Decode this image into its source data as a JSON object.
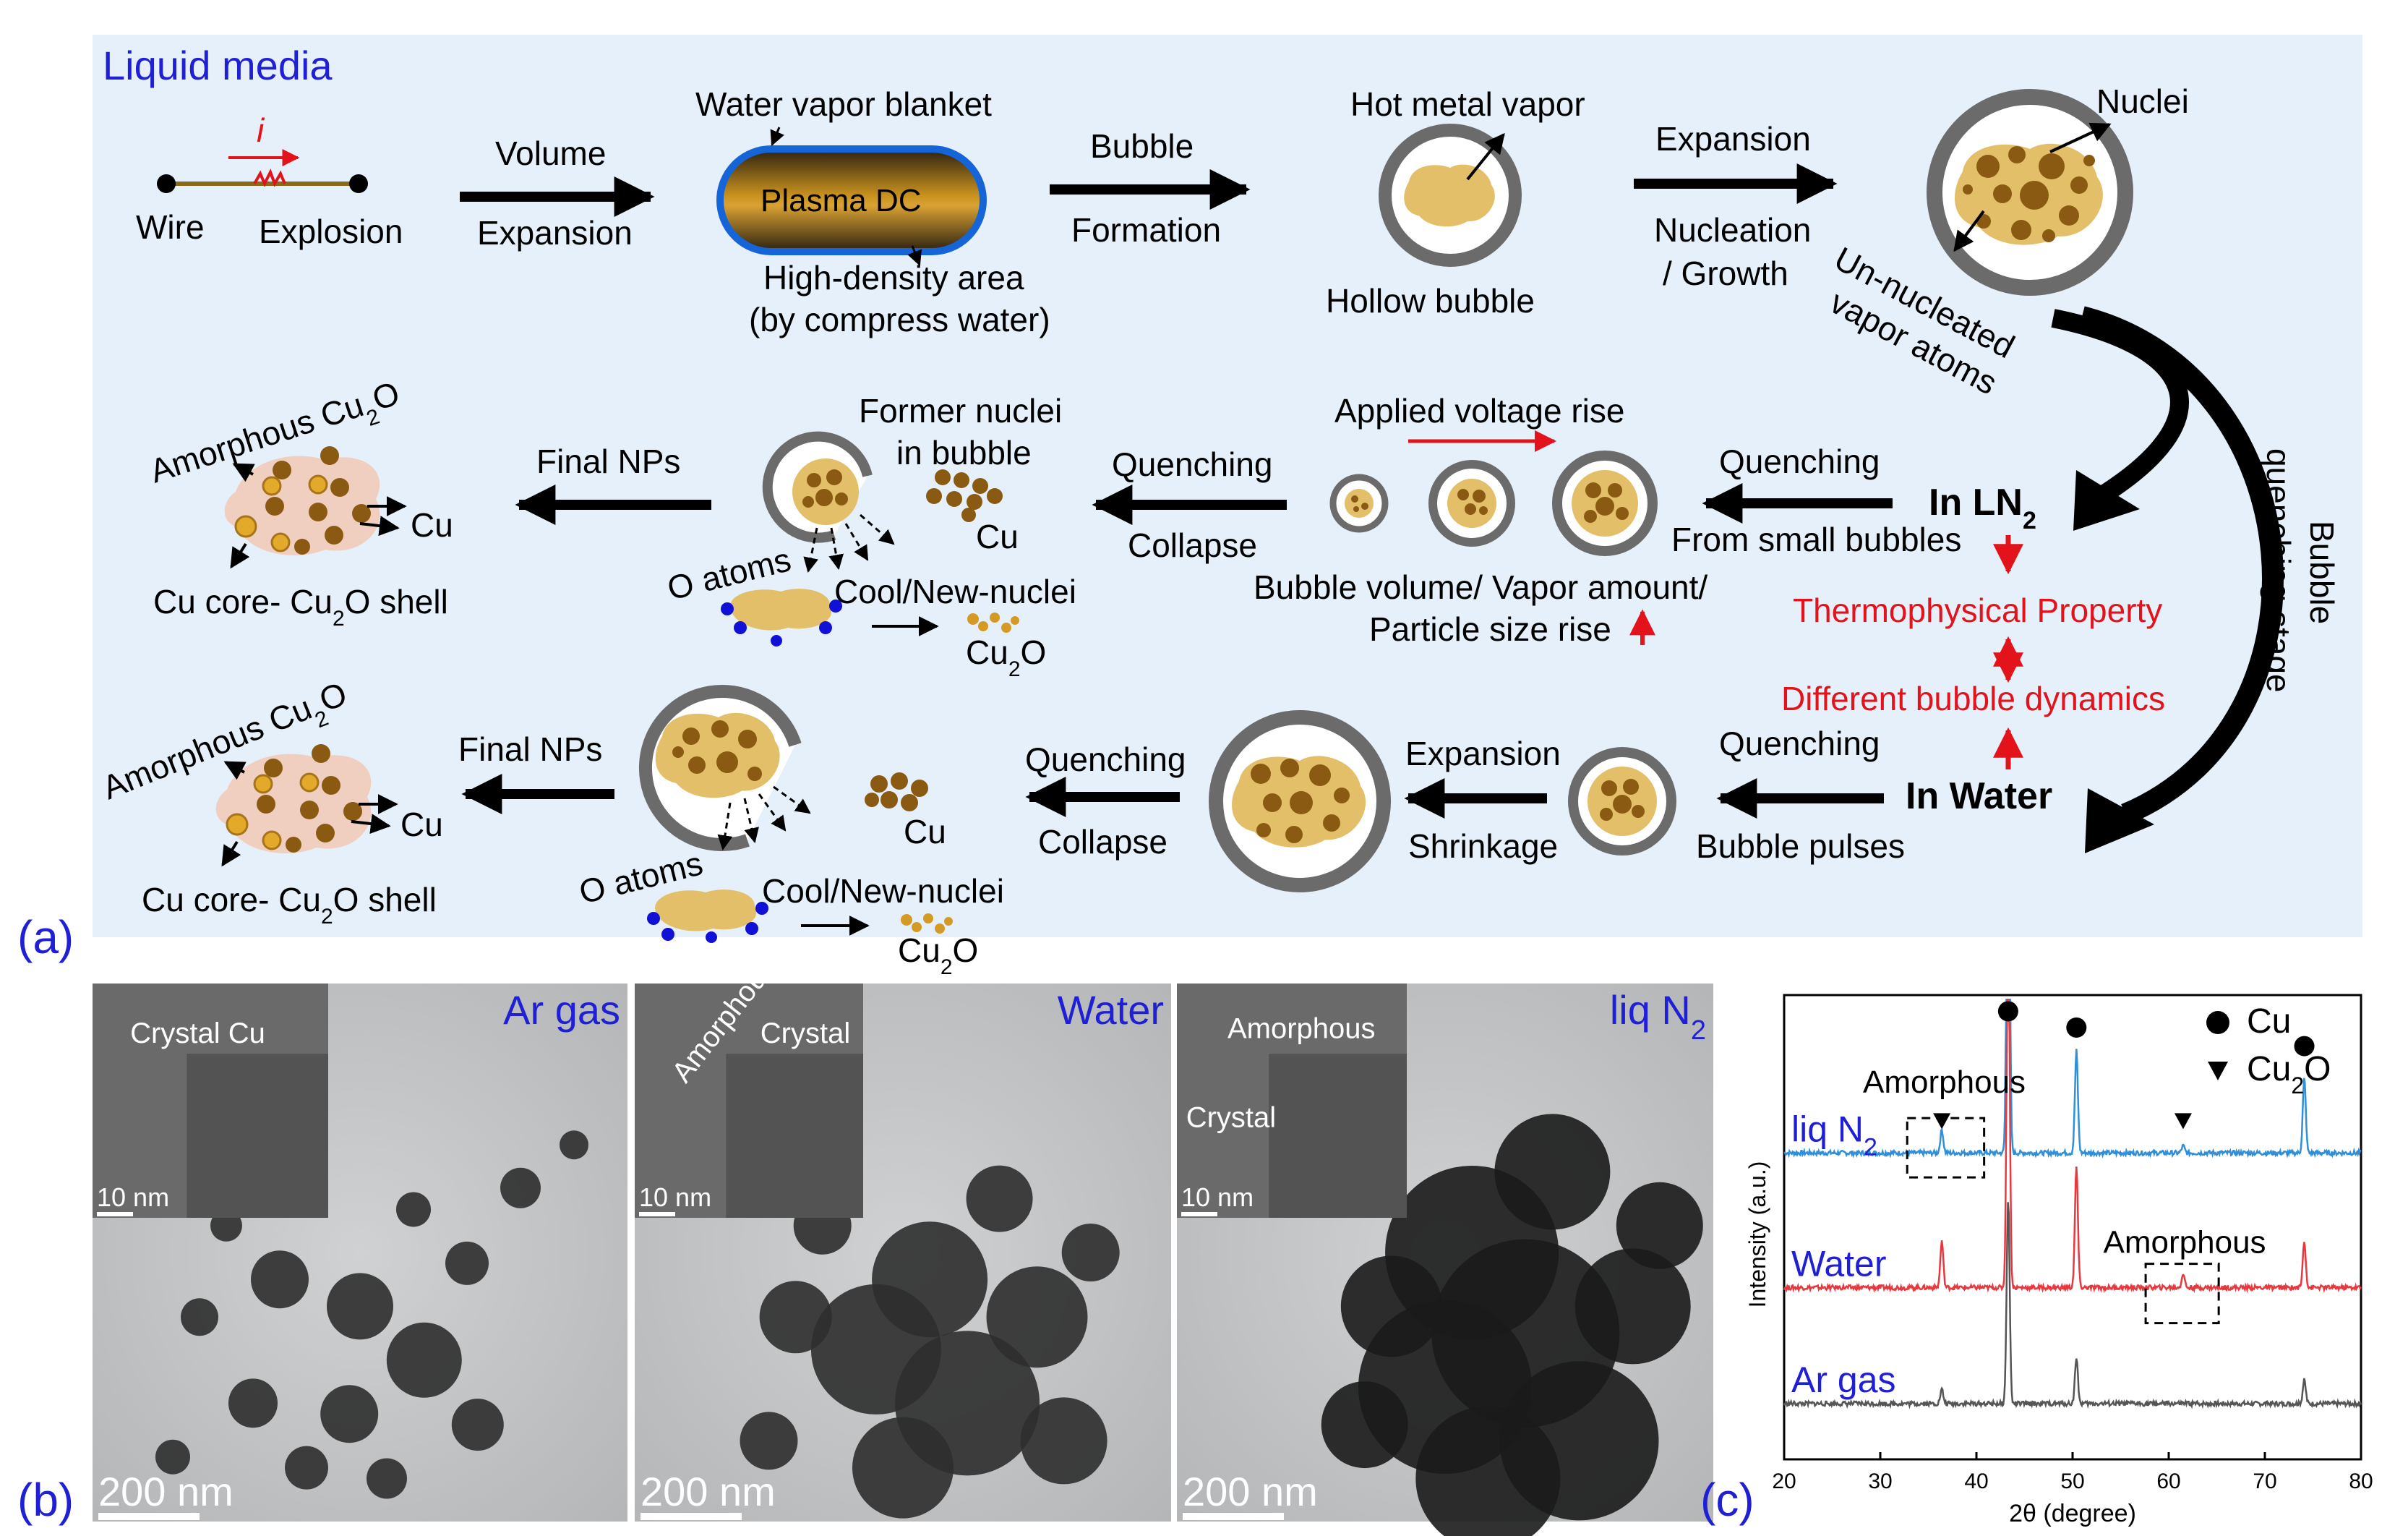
{
  "panel_a": {
    "label": "(a)",
    "header": "Liquid media",
    "row1": {
      "current_symbol": "i",
      "wire": "Wire",
      "explosion": "Explosion",
      "arrow1_top": "Volume",
      "arrow1_bottom": "Expansion",
      "water_vapor_blanket": "Water vapor blanket",
      "plasma": "Plasma DC",
      "high_density_1": "High-density area",
      "high_density_2": "(by compress water)",
      "arrow2_top": "Bubble",
      "arrow2_bottom": "Formation",
      "hot_metal_vapor": "Hot metal vapor",
      "hollow_bubble": "Hollow bubble",
      "arrow3_top": "Expansion",
      "arrow3_bottom1": "Nucleation",
      "arrow3_bottom2": "/ Growth",
      "nuclei": "Nuclei",
      "unnucleated_1": "Un-nucleated",
      "unnucleated_2": "vapor atoms"
    },
    "side": {
      "bubble_quenching_1": "Bubble",
      "bubble_quenching_2": "quenching stage",
      "in_ln2_main": "In LN",
      "in_ln2_sub": "2",
      "in_water": "In Water",
      "thermophysical": "Thermophysical Property",
      "bubble_dynamics": "Different bubble dynamics"
    },
    "row2": {
      "quench_top": "Quenching",
      "quench_bottom": "From small bubbles",
      "applied_voltage": "Applied voltage rise",
      "bubble_volume": "Bubble volume/ Vapor amount/",
      "particle_size": "Particle size rise",
      "collapse_top": "Quenching",
      "collapse_bottom": "Collapse",
      "former_nuclei_1": "Former nuclei",
      "former_nuclei_2": "in bubble",
      "cu": "Cu",
      "o_atoms": "O atoms",
      "cool_new_nuclei": "Cool/New-nuclei",
      "cu2o_main": "Cu",
      "cu2o_sub": "2",
      "cu2o_end": "O",
      "final_nps": "Final NPs",
      "amorphous_main": "Amorphous Cu",
      "amorphous_sub": "2",
      "amorphous_end": "O",
      "cu_label": "Cu",
      "core_shell_main": "Cu core- Cu",
      "core_shell_sub": "2",
      "core_shell_end": "O shell"
    },
    "row3": {
      "quench_top": "Quenching",
      "quench_bottom": "Bubble pulses",
      "expansion": "Expansion",
      "shrinkage": "Shrinkage",
      "collapse_top": "Quenching",
      "collapse_bottom": "Collapse",
      "cu": "Cu",
      "o_atoms": "O atoms",
      "cool_new_nuclei": "Cool/New-nuclei",
      "cu2o_main": "Cu",
      "cu2o_sub": "2",
      "cu2o_end": "O",
      "final_nps": "Final NPs",
      "amorphous_main": "Amorphous Cu",
      "amorphous_sub": "2",
      "amorphous_end": "O",
      "cu_label": "Cu",
      "core_shell_main": "Cu core- Cu",
      "core_shell_sub": "2",
      "core_shell_end": "O shell"
    }
  },
  "panel_b": {
    "label": "(b)",
    "images": [
      {
        "title": "Ar gas",
        "title_sub": "",
        "inset_labels": [
          "Crystal Cu"
        ],
        "inset_scale": "10 nm",
        "scale": "200 nm"
      },
      {
        "title": "Water",
        "title_sub": "",
        "inset_labels": [
          "Amorphous",
          "Crystal"
        ],
        "inset_scale": "10 nm",
        "scale": "200 nm"
      },
      {
        "title": "liq N",
        "title_sub": "2",
        "inset_labels": [
          "Amorphous",
          "Crystal"
        ],
        "inset_scale": "10 nm",
        "scale": "200 nm"
      }
    ]
  },
  "panel_c": {
    "label": "(c)",
    "chart_data": {
      "type": "line",
      "xlabel": "2θ (degree)",
      "ylabel": "Intensity (a.u.)",
      "xlim": [
        20,
        80
      ],
      "xticks": [
        20,
        30,
        40,
        50,
        60,
        70,
        80
      ],
      "legend": [
        {
          "marker": "circle",
          "label_main": "Cu",
          "label_sub": "",
          "label_end": ""
        },
        {
          "marker": "triangle",
          "label_main": "Cu",
          "label_sub": "2",
          "label_end": "O"
        }
      ],
      "legend_position": "top-right",
      "series": [
        {
          "name": "liq N",
          "name_sub": "2",
          "color": "#2f8fd8",
          "baseline": 0.66,
          "peaks": [
            {
              "x": 36.4,
              "h": 0.05
            },
            {
              "x": 43.3,
              "h": 0.93
            },
            {
              "x": 50.4,
              "h": 0.22
            },
            {
              "x": 61.5,
              "h": 0.015
            },
            {
              "x": 74.1,
              "h": 0.16
            }
          ]
        },
        {
          "name": "Water",
          "name_sub": "",
          "color": "#e8383f",
          "baseline": 0.37,
          "peaks": [
            {
              "x": 36.4,
              "h": 0.1
            },
            {
              "x": 43.3,
              "h": 0.82
            },
            {
              "x": 50.4,
              "h": 0.26
            },
            {
              "x": 61.5,
              "h": 0.03
            },
            {
              "x": 74.1,
              "h": 0.1
            }
          ]
        },
        {
          "name": "Ar gas",
          "name_sub": "",
          "color": "#555555",
          "baseline": 0.12,
          "peaks": [
            {
              "x": 36.4,
              "h": 0.03
            },
            {
              "x": 43.3,
              "h": 0.44
            },
            {
              "x": 50.4,
              "h": 0.1
            },
            {
              "x": 74.1,
              "h": 0.05
            }
          ]
        }
      ],
      "markers": [
        {
          "type": "circle",
          "x": 43.3
        },
        {
          "type": "circle",
          "x": 50.4
        },
        {
          "type": "circle",
          "x": 74.1
        },
        {
          "type": "triangle",
          "x": 36.4
        },
        {
          "type": "triangle",
          "x": 61.5
        }
      ],
      "annotations": [
        "Amorphous",
        "Amorphous"
      ],
      "colors": {
        "liq_n2": "#2f8fd8",
        "water": "#e8383f",
        "ar_gas": "#555555"
      }
    }
  },
  "colors": {
    "panel_bg": "#e6f0fa",
    "title_blue": "#1f1fd6",
    "red_text": "#e3131b",
    "copper": "#b8862e",
    "particle_dark": "#8a5a12",
    "particle_light": "#e7c46e"
  }
}
